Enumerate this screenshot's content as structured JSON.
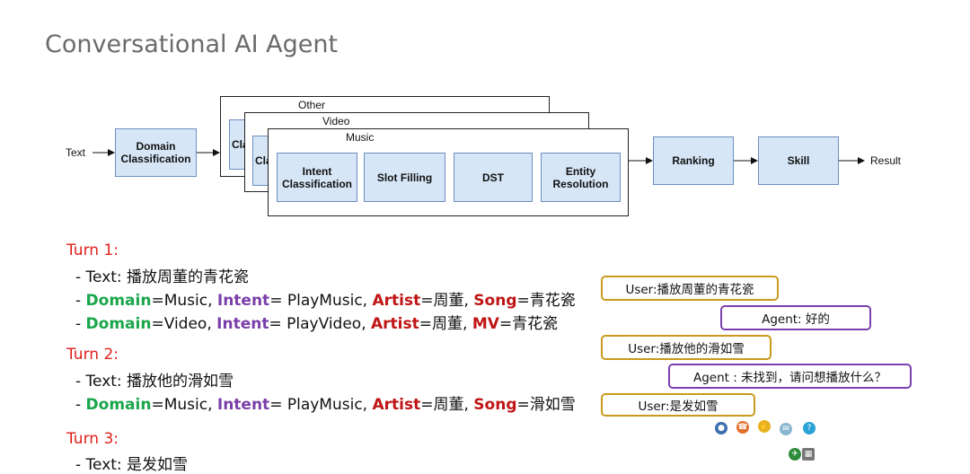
{
  "title": "Conversational AI Agent",
  "diagram": {
    "input_label": "Text",
    "domain_box": "Domain Classification",
    "frames": [
      "Other",
      "Video",
      "Music"
    ],
    "partial_label_1": "Cla",
    "partial_label_2": "Cla",
    "pipeline": [
      "Intent Classification",
      "Slot Filling",
      "DST",
      "Entity Resolution"
    ],
    "ranking": "Ranking",
    "skill": "Skill",
    "output_label": "Result"
  },
  "turns": [
    {
      "label": "Turn 1:",
      "text_line": "- Text: 播放周董的青花瓷",
      "parses": [
        {
          "domain_key": "Domain",
          "domain_val": "=Music, ",
          "intent_key": "Intent",
          "intent_val": "= PlayMusic, ",
          "artist_key": "Artist",
          "artist_val": "=周董, ",
          "slot_key": "Song",
          "slot_val": "=青花瓷"
        },
        {
          "domain_key": "Domain",
          "domain_val": "=Video, ",
          "intent_key": "Intent",
          "intent_val": "= PlayVideo, ",
          "artist_key": "Artist",
          "artist_val": "=周董, ",
          "slot_key": "MV",
          "slot_val": "=青花瓷"
        }
      ]
    },
    {
      "label": "Turn 2:",
      "text_line": "- Text: 播放他的滑如雪",
      "parses": [
        {
          "domain_key": "Domain",
          "domain_val": "=Music, ",
          "intent_key": "Intent",
          "intent_val": "= PlayMusic, ",
          "artist_key": "Artist",
          "artist_val": "=周董, ",
          "slot_key": "Song",
          "slot_val": "=滑如雪"
        }
      ]
    },
    {
      "label": "Turn 3:",
      "text_line": "- Text: 是发如雪"
    }
  ],
  "dialogue": [
    {
      "speaker": "user",
      "text": "User:播放周董的青花瓷"
    },
    {
      "speaker": "agent",
      "text": "Agent: 好的"
    },
    {
      "speaker": "user",
      "text": "User:播放他的滑如雪"
    },
    {
      "speaker": "agent",
      "text": "Agent : 未找到，请问想播放什么？"
    },
    {
      "speaker": "user",
      "text": "User:是发如雪"
    }
  ],
  "colors": {
    "domain": "#1aa64a",
    "intent": "#7a3fa8",
    "slot": "#c01515",
    "turn": "#e0201b",
    "user_border": "#c99a1c",
    "agent_border": "#7b3fb0",
    "box_fill": "#d6e6f7"
  }
}
